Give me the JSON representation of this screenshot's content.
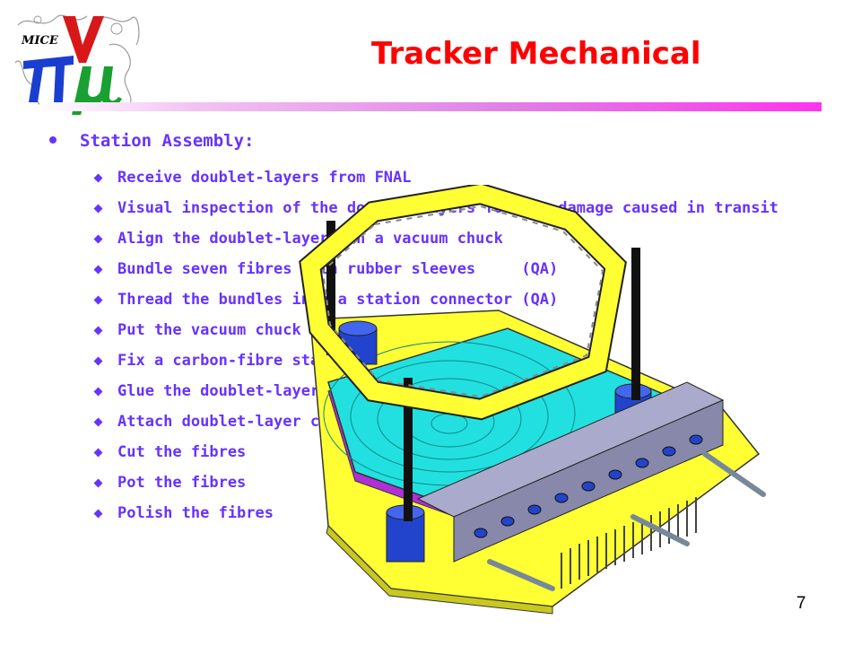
{
  "logo": {
    "text": "MICE",
    "icon": "mice-pi-nu-mu-logo"
  },
  "slide": {
    "title": "Tracker Mechanical",
    "heading": "Station Assembly:",
    "bullets": [
      "Receive doublet-layers from FNAL",
      "Visual inspection of the doublet-layers for any damage caused in transit",
      "Align the doublet-layers on a vacuum chuck",
      "Bundle seven fibres with rubber sleeves     (QA)",
      "Thread the bundles into a station connector (QA)",
      "Put the vacuum chuck on the jig",
      "Fix a carbon-fibre station on the jig",
      "Glue the doublet-layers to the station",
      "Attach doublet-layer connector to the station",
      "Cut the fibres",
      "Pot the fibres",
      "Polish the fibres"
    ],
    "page_number": "7"
  },
  "colors": {
    "title": "#ff0000",
    "text": "#6633ff",
    "rule": "#ff33ee"
  },
  "drawing": {
    "icon": "station-assembly-jig-drawing"
  }
}
